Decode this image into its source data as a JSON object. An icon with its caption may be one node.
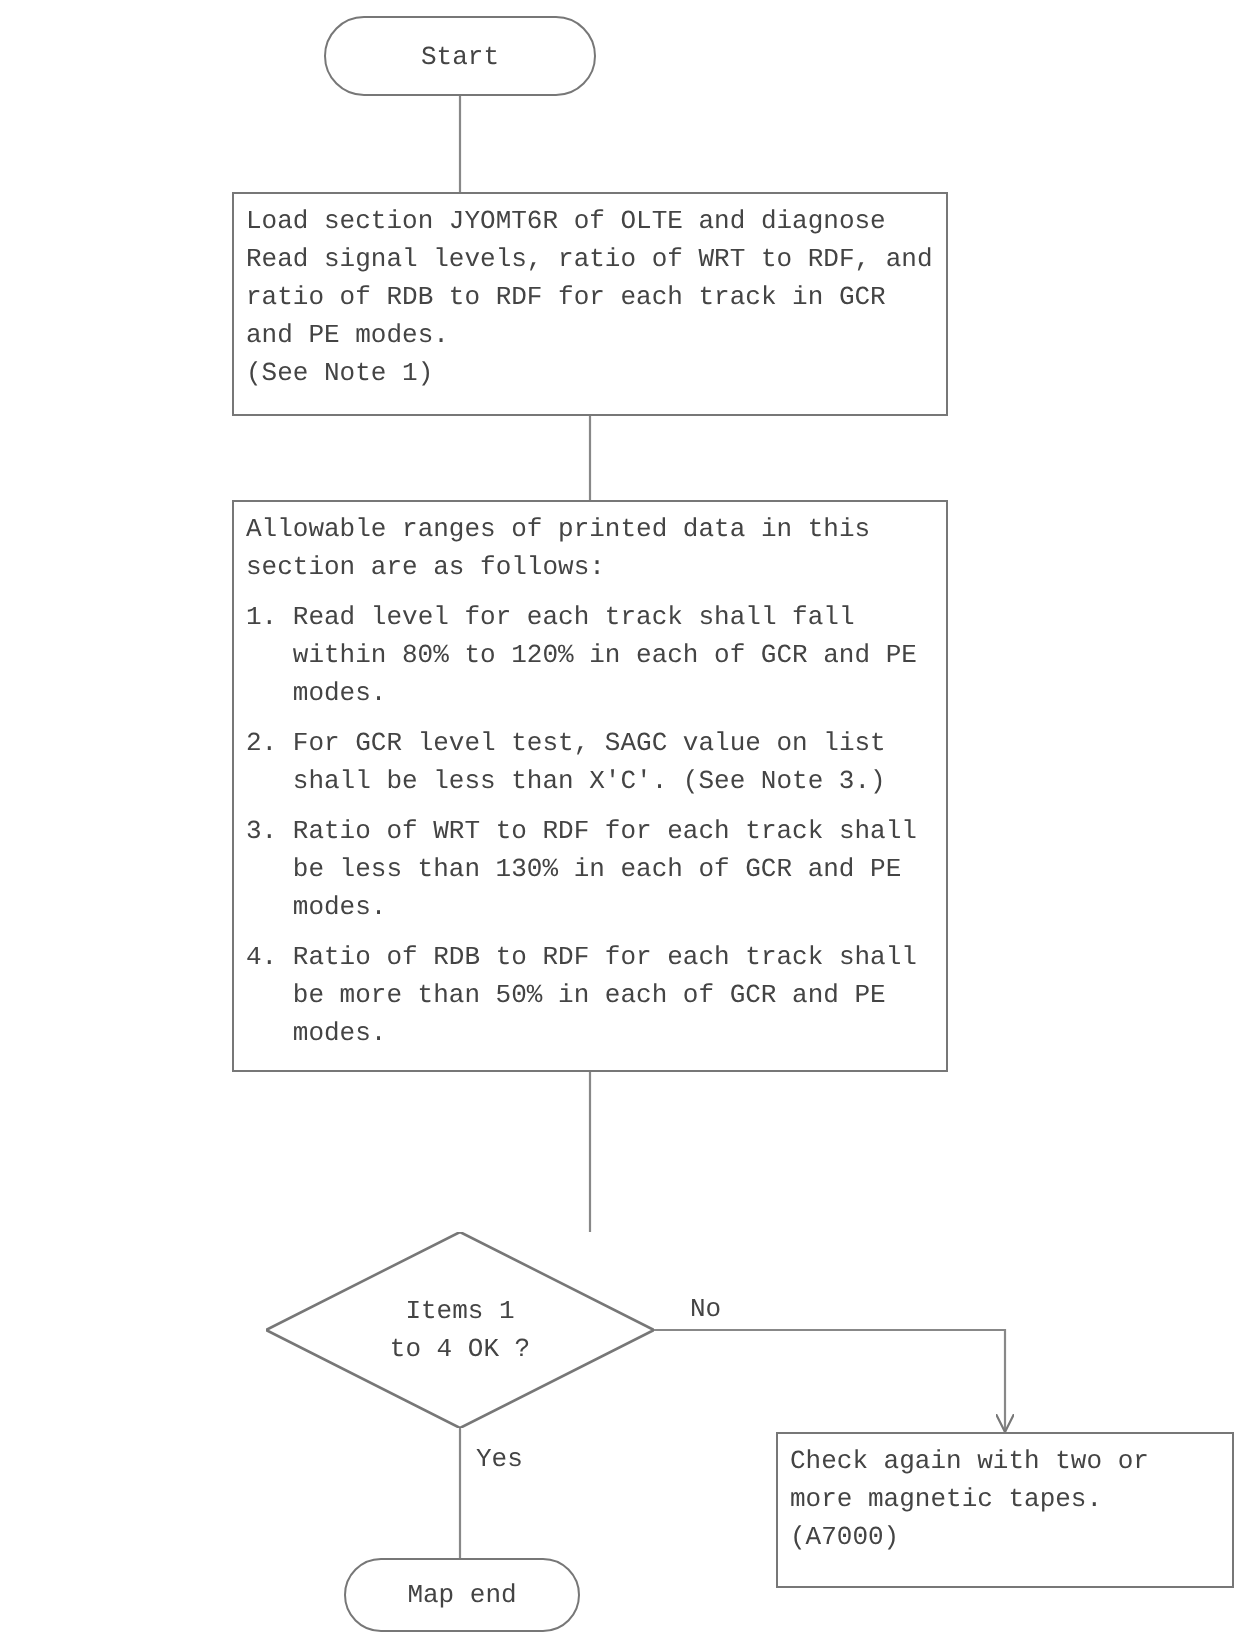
{
  "diagram": {
    "nodes": [
      {
        "text": [
          "Start"
        ]
      },
      {
        "text": [
          "Load section JYOMT6R of OLTE and diagnose",
          "Read signal levels, ratio of WRT to RDF, and ratio of RDB to RDF for each track in GCR and PE modes.",
          "(See Note 1)"
        ]
      },
      {
        "text": [
          "Allowable ranges of printed data in this section are as follows:",
          "1. Read level for each track shall fall within 80% to 120% in each of GCR and PE modes.",
          "2. For GCR level test, SAGC value on list shall be less than X'C'.   (See Note 3.)",
          "3. Ratio of WRT to RDF for each track shall be less than 130% in each of GCR and PE modes.",
          "4. Ratio of RDB to RDF for each track shall be more than 50% in each of GCR and PE modes."
        ]
      },
      {
        "text": [
          "Items 1 to 4 OK ?"
        ]
      },
      {
        "text": [
          "Check again with two or more magnetic tapes.  (A7000)"
        ]
      },
      {
        "text": [
          "Map end"
        ]
      }
    ],
    "edges": [
      {
        "from": 0,
        "to": 1,
        "arrow": "none"
      },
      {
        "from": 1,
        "to": 2,
        "arrow": "none"
      },
      {
        "from": 2,
        "to": 3,
        "arrow": "none"
      },
      {
        "from": 3,
        "to": 4,
        "arrow": "to",
        "label": "No"
      },
      {
        "from": 3,
        "to": 5,
        "arrow": "none",
        "label": "Yes"
      }
    ]
  }
}
